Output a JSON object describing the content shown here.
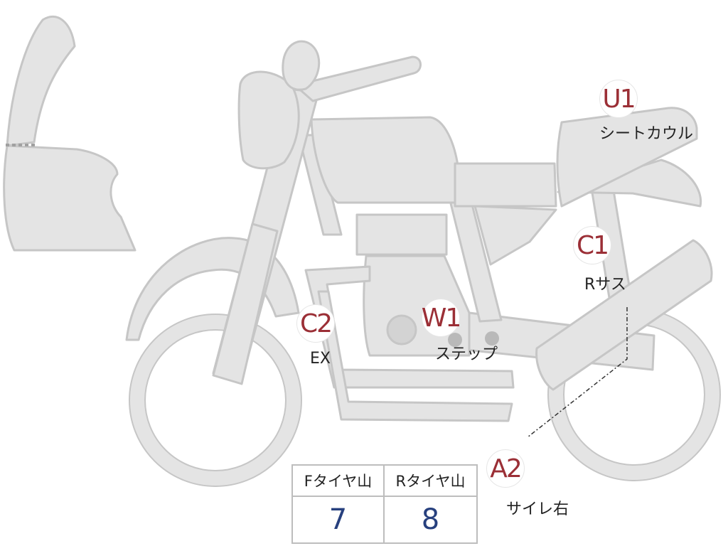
{
  "markers": [
    {
      "id": "u1",
      "code": "U1",
      "label": "シートカウル"
    },
    {
      "id": "c1",
      "code": "C1",
      "label": "Rサス"
    },
    {
      "id": "c2",
      "code": "C2",
      "label": "EX"
    },
    {
      "id": "w1",
      "code": "W1",
      "label": "ステップ"
    },
    {
      "id": "a2",
      "code": "A2",
      "label": "サイレ右"
    }
  ],
  "tread_table": {
    "front_header": "Fタイヤ山",
    "rear_header": "Rタイヤ山",
    "front_value": "7",
    "rear_value": "8"
  },
  "colors": {
    "body_fill": "#e4e4e4",
    "body_stroke": "#c6c6c6",
    "marker_text": "#9b2f36",
    "table_value": "#27407e"
  }
}
